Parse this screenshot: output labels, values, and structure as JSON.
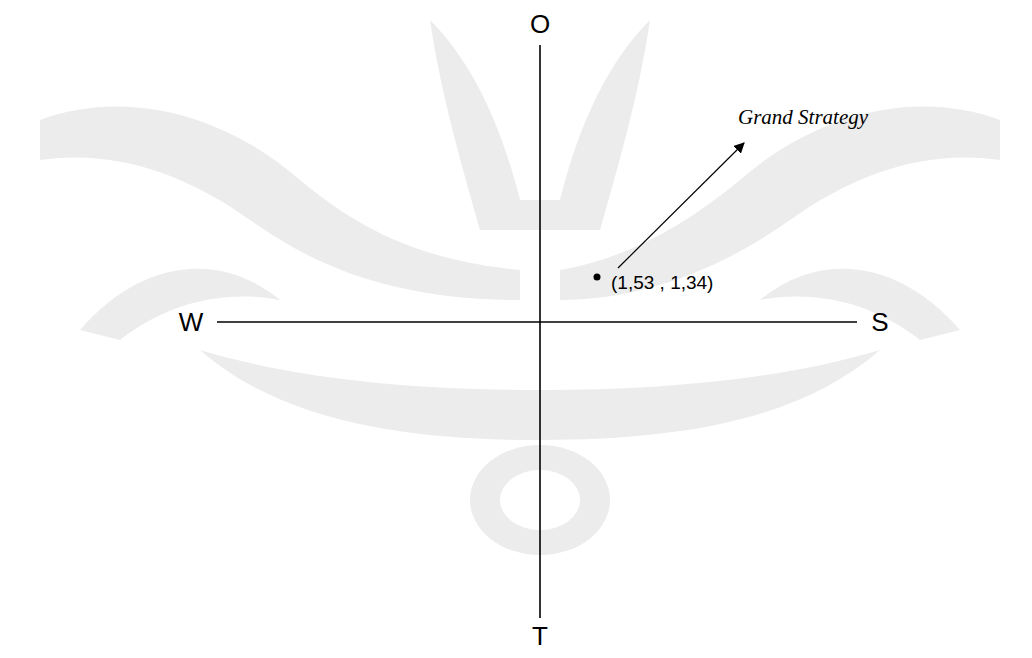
{
  "diagram": {
    "labels": [
      "O",
      "W",
      "S",
      "T",
      "(1,53 , 1,34)",
      "Grand Strategy"
    ]
  }
}
